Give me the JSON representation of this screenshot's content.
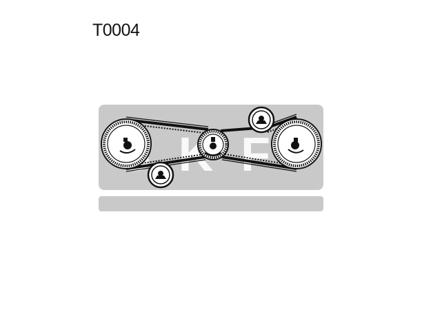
{
  "header": {
    "part_code": "T0004"
  },
  "diagram": {
    "components": [
      {
        "name": "left-camshaft-pulley",
        "kind": "toothed-pulley"
      },
      {
        "name": "right-camshaft-pulley",
        "kind": "toothed-pulley"
      },
      {
        "name": "crankshaft-pulley",
        "kind": "toothed-pulley"
      },
      {
        "name": "upper-idler-pulley",
        "kind": "idler"
      },
      {
        "name": "lower-tensioner-pulley",
        "kind": "tensioner"
      }
    ],
    "colors": {
      "band": "#c9c9c9",
      "outline": "#111111",
      "fill": "#ffffff"
    },
    "watermark_logo": "SKF"
  }
}
